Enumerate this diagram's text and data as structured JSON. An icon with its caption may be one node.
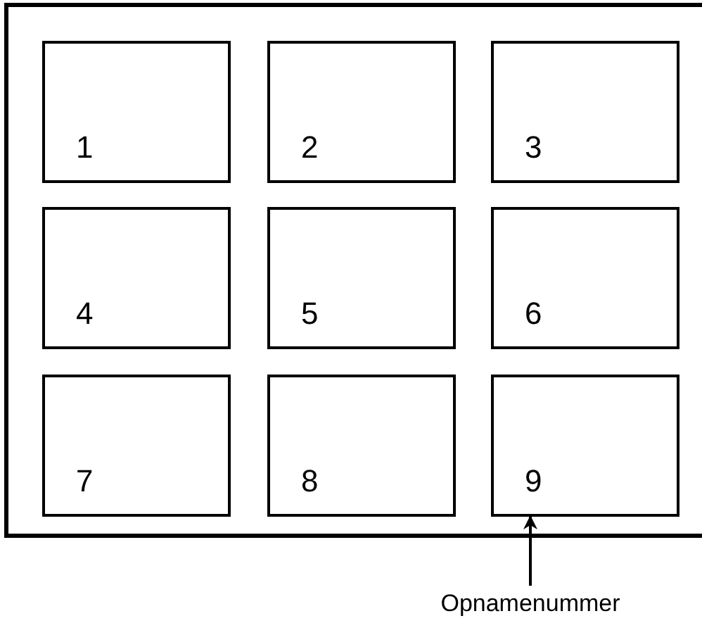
{
  "diagram": {
    "nodes": [
      {
        "text": [],
        "shape": "box"
      },
      {
        "text": [
          "1"
        ],
        "in": 0
      },
      {
        "text": [
          "2"
        ],
        "in": 0
      },
      {
        "text": [
          "3"
        ],
        "in": 0
      },
      {
        "text": [
          "4"
        ],
        "in": 0
      },
      {
        "text": [
          "5"
        ],
        "in": 0
      },
      {
        "text": [
          "6"
        ],
        "in": 0
      },
      {
        "text": [
          "7"
        ],
        "in": 0
      },
      {
        "text": [
          "8"
        ],
        "in": 0
      },
      {
        "text": [
          "9"
        ],
        "in": 0
      },
      {
        "text": [
          "Opnamenummer"
        ]
      }
    ],
    "edges": [
      {
        "from": 10,
        "to": 9,
        "arrow": "to"
      }
    ]
  }
}
